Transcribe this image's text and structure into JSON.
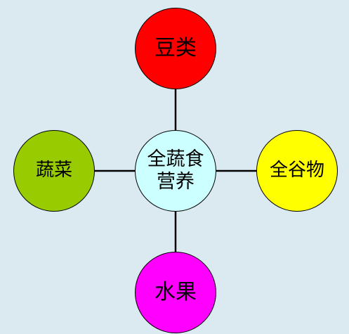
{
  "diagram": {
    "center": {
      "line1": "全蔬食",
      "line2": "营养",
      "color": "#ccffff"
    },
    "top": {
      "label": "豆类",
      "color": "#ff0000"
    },
    "left": {
      "label": "蔬菜",
      "color": "#99cc00"
    },
    "right": {
      "label": "全谷物",
      "color": "#ffff00"
    },
    "bottom": {
      "label": "水果",
      "color": "#ff00ff"
    },
    "connector_color": "#000000",
    "background_color": "#dbe9f1"
  }
}
